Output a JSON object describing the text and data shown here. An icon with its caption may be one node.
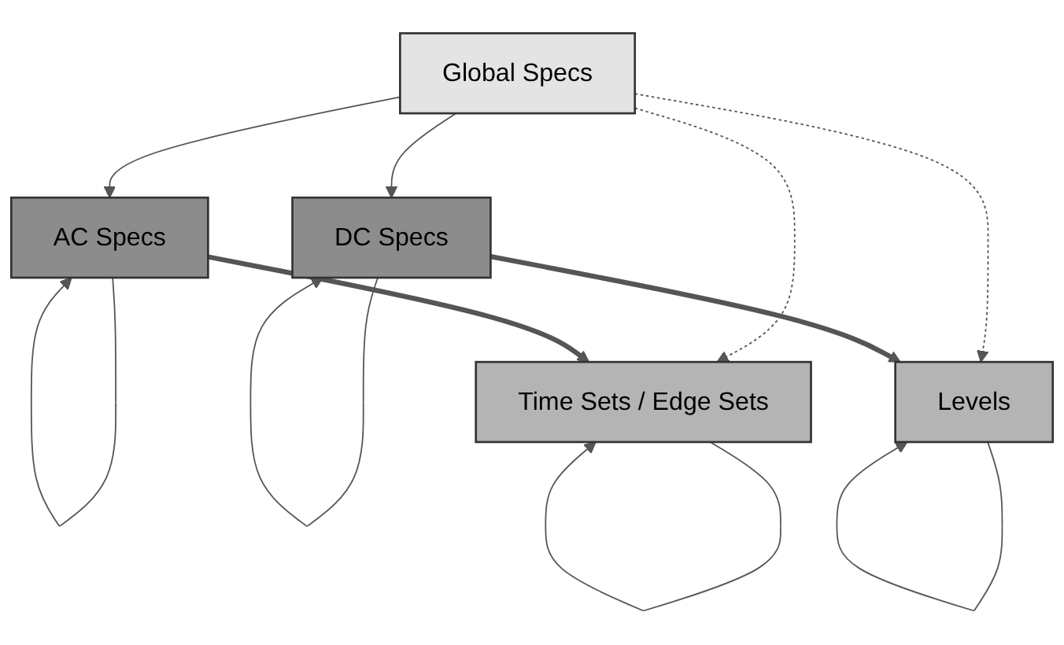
{
  "diagram": {
    "nodes": [
      {
        "text": [
          "Global Specs"
        ]
      },
      {
        "text": [
          "AC Specs"
        ]
      },
      {
        "text": [
          "DC Specs"
        ]
      },
      {
        "text": [
          "Time Sets / Edge Sets"
        ]
      },
      {
        "text": [
          "Levels"
        ]
      }
    ],
    "edges": [
      {
        "from": 0,
        "to": 1,
        "arrow": "to"
      },
      {
        "from": 0,
        "to": 2,
        "arrow": "to"
      },
      {
        "from": 1,
        "to": 1,
        "arrow": "to"
      },
      {
        "from": 2,
        "to": 2,
        "arrow": "to"
      },
      {
        "from": 0,
        "to": 3,
        "arrow": "to",
        "style": "dashed"
      },
      {
        "from": 0,
        "to": 4,
        "arrow": "to",
        "style": "dashed"
      },
      {
        "from": 1,
        "to": 3,
        "arrow": "to",
        "style": "thick"
      },
      {
        "from": 2,
        "to": 4,
        "arrow": "to",
        "style": "thick"
      },
      {
        "from": 3,
        "to": 3,
        "arrow": "to"
      },
      {
        "from": 4,
        "to": 4,
        "arrow": "to"
      }
    ]
  }
}
